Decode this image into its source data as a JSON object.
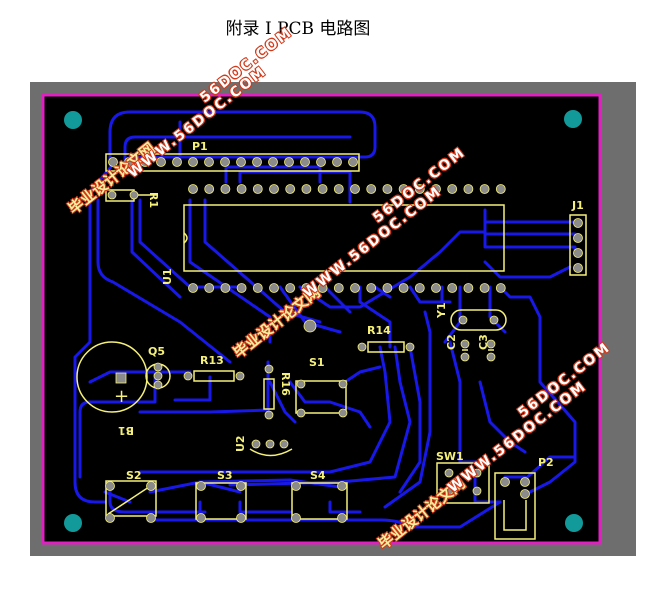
{
  "title": "附录 I PCB 电路图",
  "board": {
    "colors": {
      "background": "#000000",
      "outline": "#e020c0",
      "frame": "#6e6e6e",
      "trace": "#1818e8",
      "silkscreen": "#f5f07a",
      "pad": "#8b8b8b",
      "mount_hole": "#129a9a"
    }
  },
  "labels": {
    "p1": "P1",
    "r1": "R1",
    "u1": "U1",
    "j1": "J1",
    "q5": "Q5",
    "r13": "R13",
    "r14": "R14",
    "r16": "R16",
    "s1": "S1",
    "y1": "Y1",
    "c2": "C2",
    "c3": "C3",
    "u2": "U2",
    "b1": "B1",
    "b1_polarity": "+",
    "s2": "S2",
    "s3": "S3",
    "s4": "S4",
    "sw1": "SW1",
    "p2": "P2"
  },
  "watermarks": {
    "cn": "毕业设计论文网",
    "url": "WWW.56DOC.COM",
    "url_short": "56DOC.COM"
  }
}
